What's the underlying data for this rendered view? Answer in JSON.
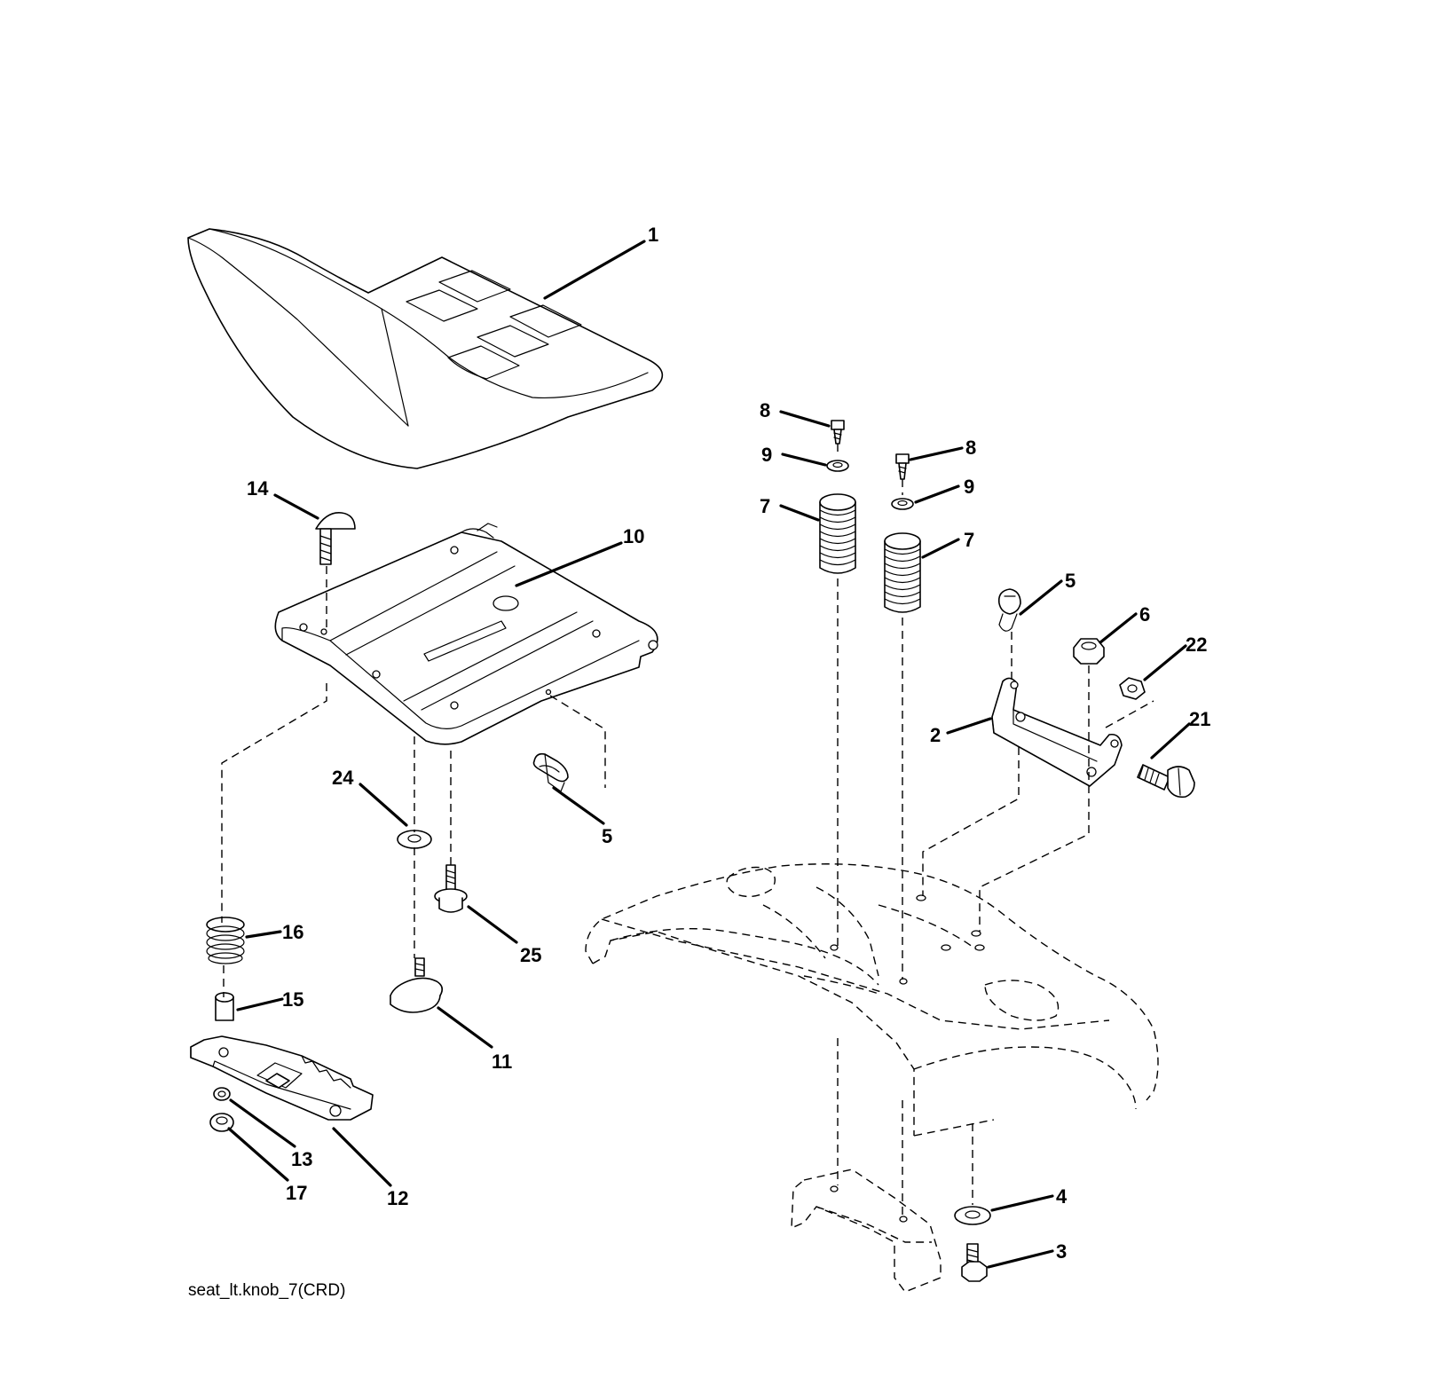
{
  "diagram": {
    "caption": "seat_lt.knob_7(CRD)",
    "callouts": {
      "c1": "1",
      "c2": "2",
      "c3": "3",
      "c4": "4",
      "c5a": "5",
      "c5b": "5",
      "c6": "6",
      "c7a": "7",
      "c7b": "7",
      "c8a": "8",
      "c8b": "8",
      "c9a": "9",
      "c9b": "9",
      "c10": "10",
      "c11": "11",
      "c12": "12",
      "c13": "13",
      "c14": "14",
      "c15": "15",
      "c16": "16",
      "c17": "17",
      "c21": "21",
      "c22": "22",
      "c24": "24",
      "c25": "25"
    }
  }
}
